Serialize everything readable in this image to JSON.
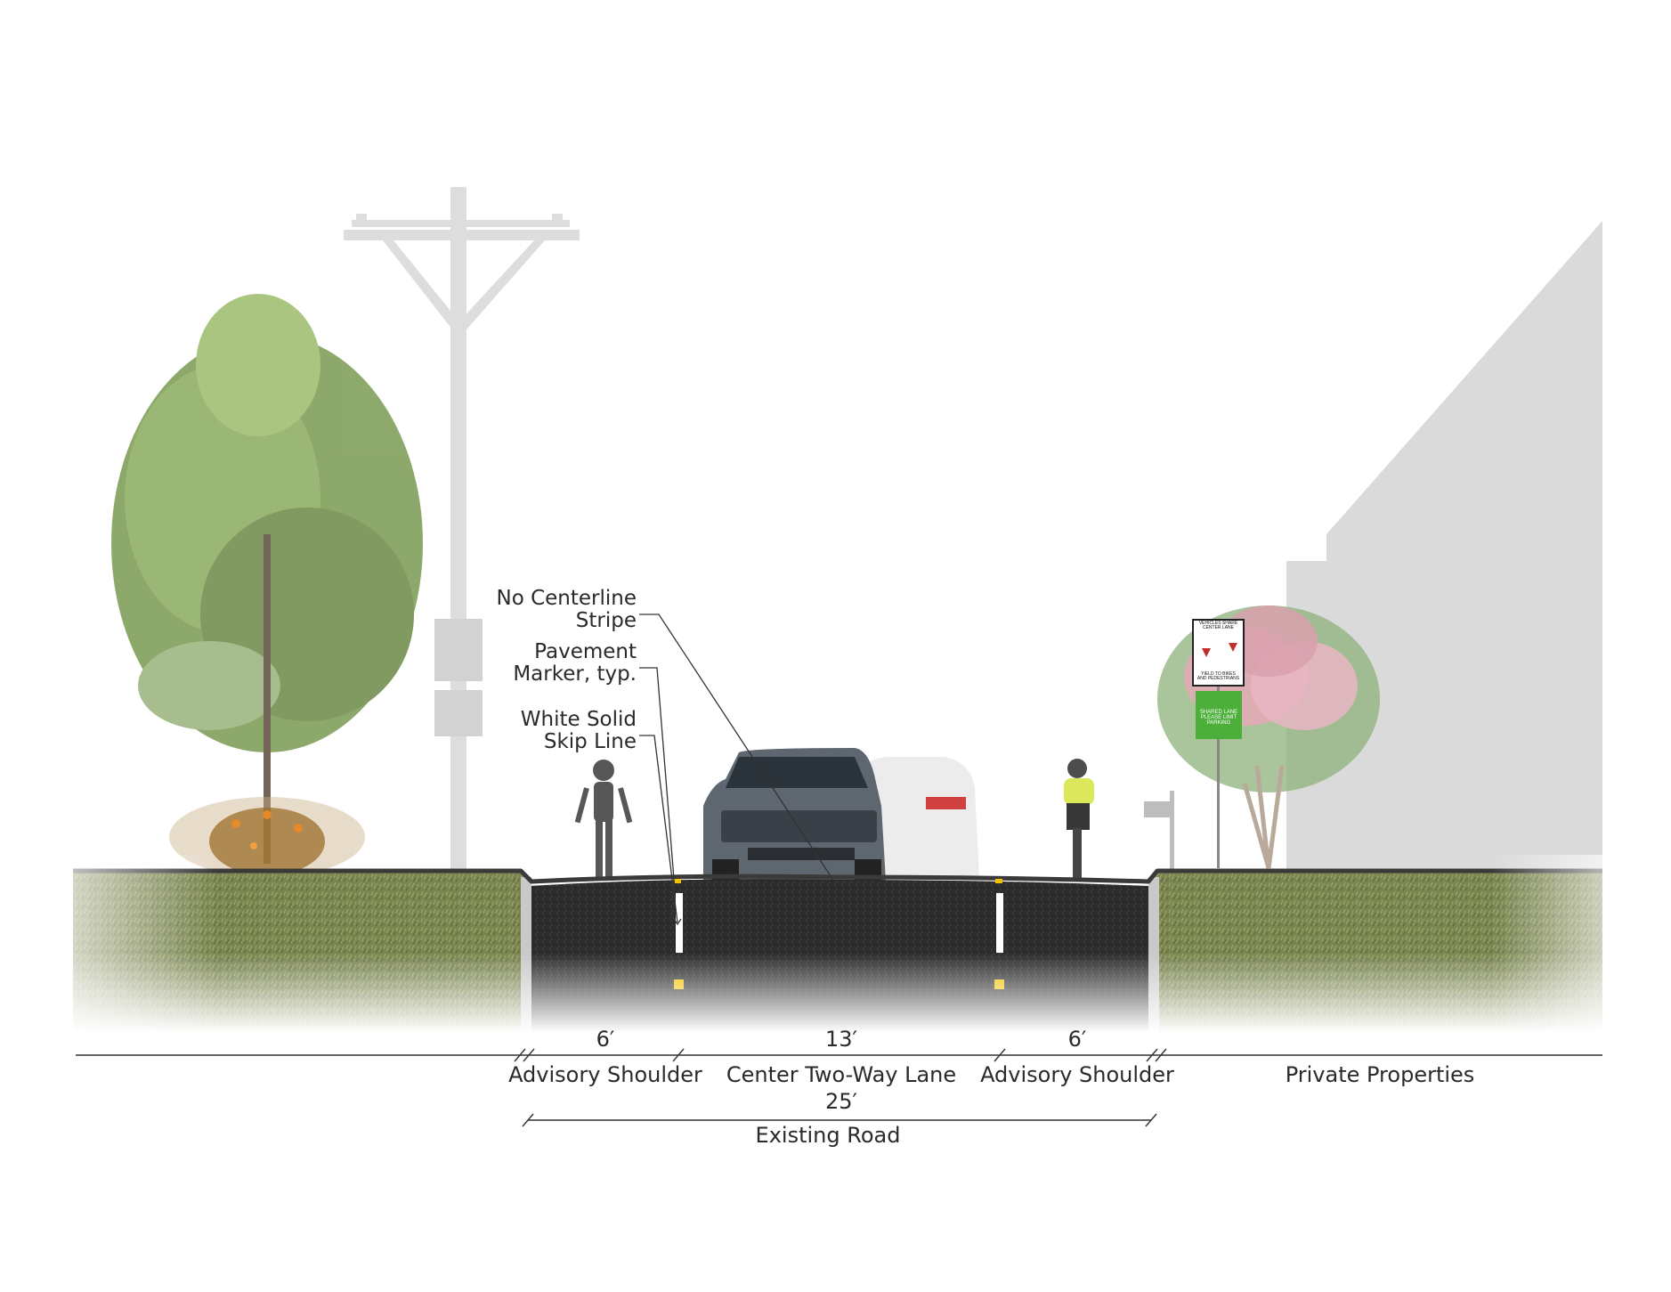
{
  "callouts": {
    "centerline": [
      "No Centerline",
      "Stripe"
    ],
    "marker": [
      "Pavement",
      "Marker, typ."
    ],
    "skip_line": [
      "White Solid",
      "Skip Line"
    ]
  },
  "dimensions": {
    "left_shoulder": {
      "width": "6′",
      "label": "Advisory Shoulder"
    },
    "center_lane": {
      "width": "13′",
      "label": "Center Two-Way Lane"
    },
    "right_shoulder": {
      "width": "6′",
      "label": "Advisory Shoulder"
    },
    "private": {
      "label": "Private Properties"
    },
    "road_total": {
      "width": "25′",
      "label": "Existing Road"
    }
  },
  "sign": {
    "top_lines": [
      "VEHICLES SHARE",
      "CENTER LANE",
      "YIELD TO BIKES",
      "AND PEDESTRIANS"
    ],
    "bottom_lines": [
      "SHARED LANE",
      "PLEASE LIMIT",
      "PARKING"
    ]
  },
  "colors": {
    "asphalt": "#2b2b2b",
    "grass": "#6e7b45",
    "tree": "#6f8e4a",
    "pole": "#dcdcdc",
    "house": "#dadadb",
    "sign_green": "#4caf3a",
    "marker_yellow": "#f2c200",
    "dim_line": "#333333"
  }
}
